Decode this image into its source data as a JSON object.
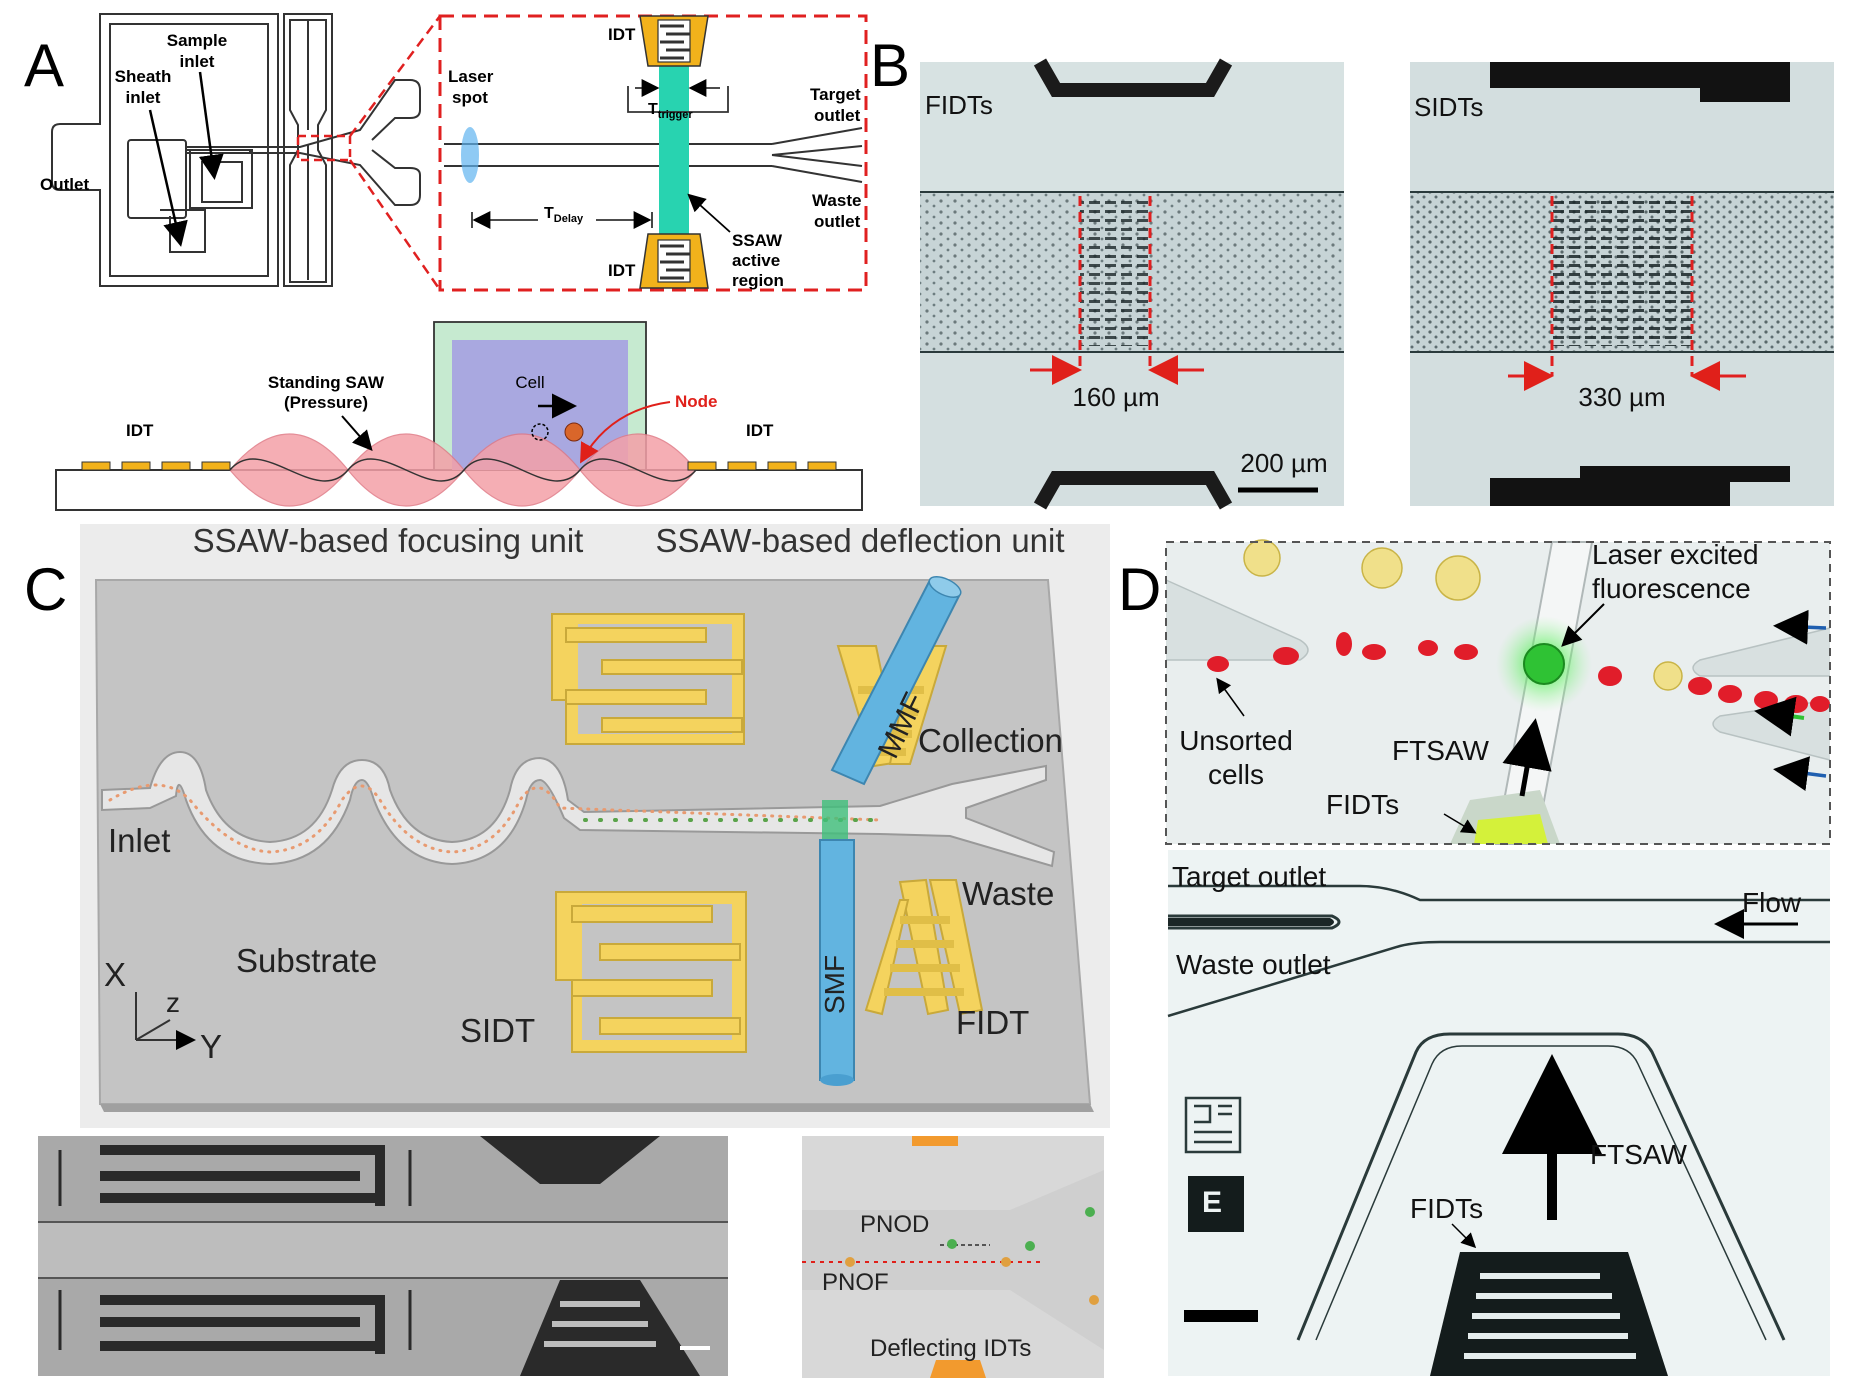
{
  "panels": {
    "a": {
      "letter": "A",
      "sample_inlet": [
        "Sample",
        "inlet"
      ],
      "sheath_inlet": [
        "Sheath",
        "inlet"
      ],
      "outlet": "Outlet",
      "laser_spot": [
        "Laser",
        "spot"
      ],
      "idt_top": "IDT",
      "idt_bottom": "IDT",
      "t_trigger": "T",
      "t_trigger_sub": "trigger",
      "t_delay": "T",
      "t_delay_sub": "Delay",
      "target_outlet": [
        "Target",
        "outlet"
      ],
      "waste_outlet": [
        "Waste",
        "outlet"
      ],
      "ssaw_region": [
        "SSAW",
        "active",
        "region"
      ],
      "standing_saw": [
        "Standing SAW",
        "(Pressure)"
      ],
      "cell": "Cell",
      "node": "Node",
      "idt_left": "IDT",
      "idt_right": "IDT"
    },
    "b": {
      "letter": "B",
      "fidts": "FIDTs",
      "sidts": "SIDTs",
      "width_fidt": "160 µm",
      "width_sidt": "330 µm",
      "scale": "200 µm"
    },
    "c": {
      "letter": "C",
      "focusing_unit": "SSAW-based focusing unit",
      "deflection_unit": "SSAW-based deflection unit",
      "mmf": "MMF",
      "collection": "Collection",
      "inlet": "Inlet",
      "waste": "Waste",
      "substrate": "Substrate",
      "axis_x": "X",
      "axis_z": "z",
      "axis_y": "Y",
      "sidt": "SIDT",
      "smf": "SMF",
      "fidt": "FIDT",
      "pnod": "PNOD",
      "pnof": "PNOF",
      "deflecting_idts": "Deflecting IDTs"
    },
    "d": {
      "letter": "D",
      "laser_excited": [
        "Laser excited",
        "fluorescence"
      ],
      "unsorted": [
        "Unsorted",
        "cells"
      ],
      "ftsaw_top": "FTSAW",
      "fidts_top": "FIDTs",
      "target_outlet": "Target outlet",
      "flow": "Flow",
      "waste_outlet": "Waste outlet",
      "ftsaw_bottom": "FTSAW",
      "fidts_bottom": "FIDTs",
      "logo_letter": "E"
    }
  },
  "colors": {
    "dashed_red": "#e02020",
    "idt_gold": "#f2b21b",
    "ssaw_teal": "#28d3b0",
    "laser_blue": "#5fb4f0",
    "wave_pink": "#f4a0a8",
    "cell_box_purple": "#a9a8e0",
    "cell_box_green": "#c6ead0",
    "node_red": "#e0201a",
    "electrode_yellow": "#f4d35e",
    "fiber_blue": "#62b4e0",
    "substrate_gray": "#c4c4c4",
    "rbc_red": "#e11d2a",
    "fluor_green": "#35e23a",
    "flow_blue": "#1f5fb0"
  }
}
